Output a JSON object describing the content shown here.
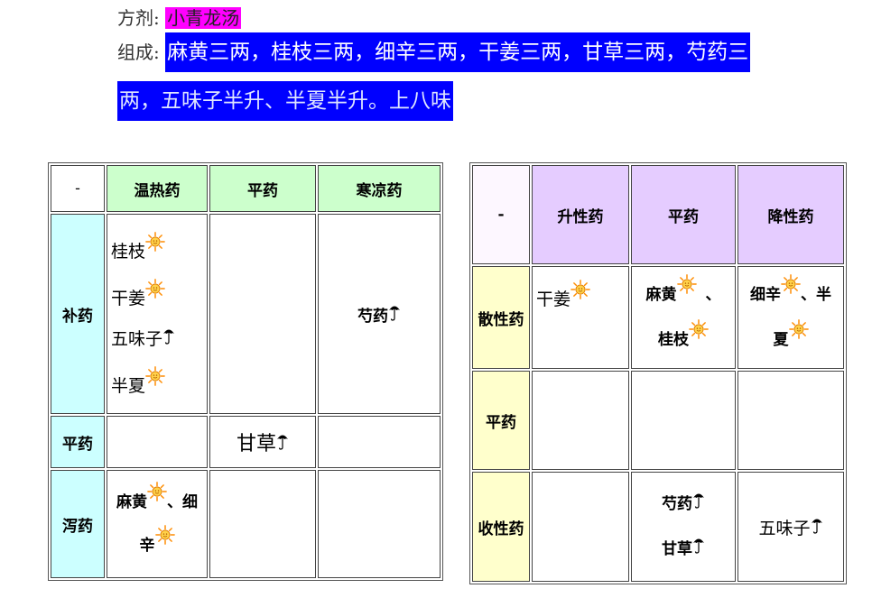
{
  "header": {
    "formula_label": "方剂:",
    "formula_name": "小青龙汤",
    "composition_label": "组成:",
    "composition_line1": "麻黄三两，桂枝三两，细辛三两，干姜三两，甘草三两，芍药三",
    "composition_line2": "两，五味子半升、半夏半升。上八味"
  },
  "table_left": {
    "corner": "-",
    "col_headers": [
      "温热药",
      "平药",
      "寒凉药"
    ],
    "row_headers": [
      "补药",
      "平药",
      "泻药"
    ],
    "cells": {
      "bu_warm": [
        "桂枝",
        "干姜",
        "五味子",
        "半夏"
      ],
      "bu_cold": "芍药",
      "ping_ping": "甘草",
      "xie_warm_1": "麻黄",
      "xie_warm_sep": "、细",
      "xie_warm_2": "辛"
    }
  },
  "table_right": {
    "corner": "-",
    "col_headers": [
      "升性药",
      "平药",
      "降性药"
    ],
    "row_headers": [
      "散性药",
      "平药",
      "收性药"
    ],
    "cells": {
      "san_sheng": "干姜",
      "san_ping_1": "麻黄",
      "san_ping_sep": "、",
      "san_ping_2": "桂枝",
      "san_jiang_1": "细辛",
      "san_jiang_sep": "、半",
      "san_jiang_2": "夏",
      "shou_ping_1": "芍药",
      "shou_ping_2": "甘草",
      "shou_jiang": "五味子"
    }
  },
  "icons": {
    "warm": "sun-icon",
    "neutral": "umbrella-icon"
  },
  "colors": {
    "highlight_pink": "#ff00ff",
    "highlight_blue": "#0000ff",
    "header_green": "#ccffcc",
    "header_cyan": "#ccffff",
    "header_lavender": "#e5ccff",
    "header_yellow": "#ffffcc",
    "sun": "#ffb000",
    "umbrella": "#000000"
  }
}
